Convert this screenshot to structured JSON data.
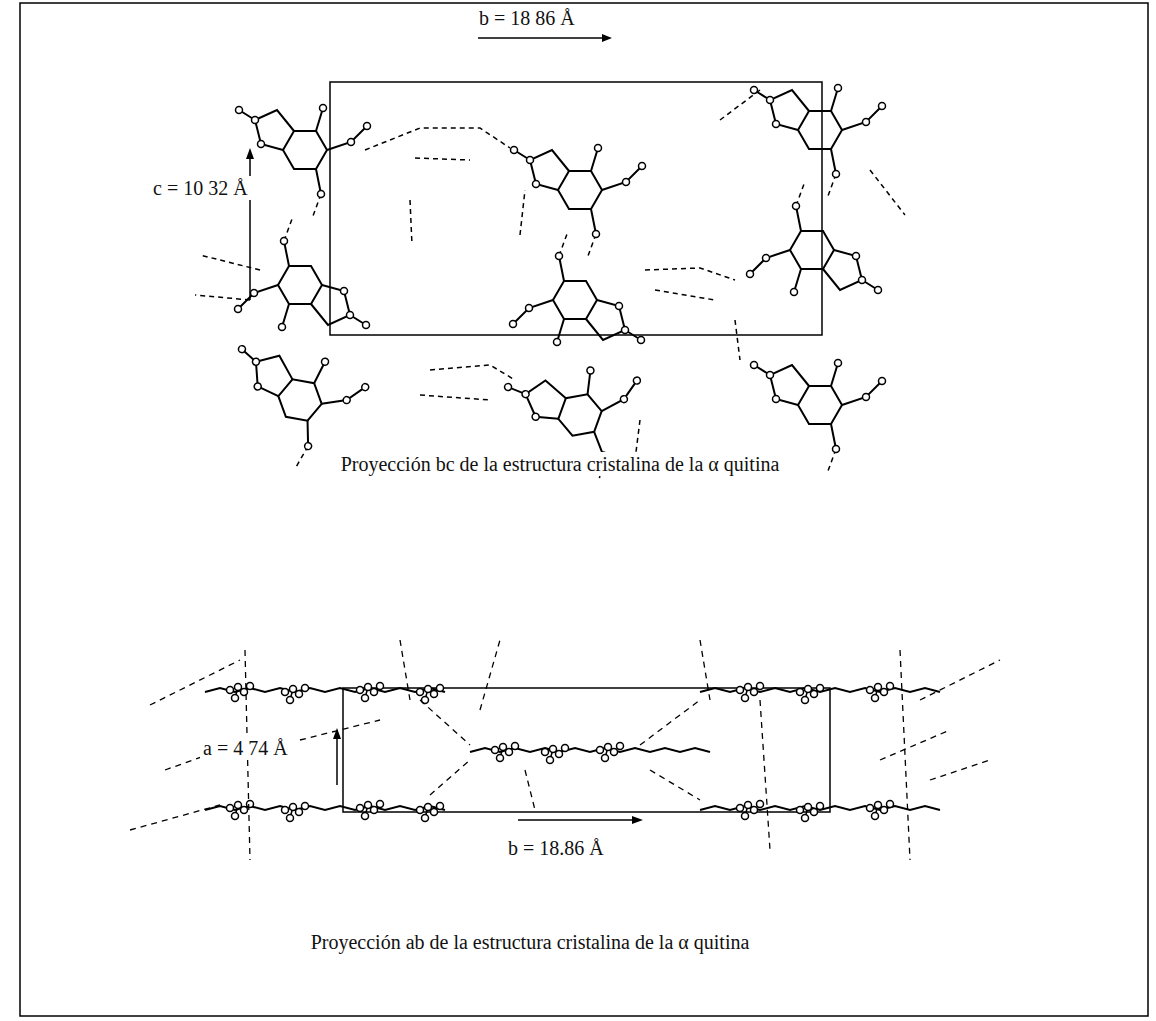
{
  "diagram": {
    "labels": [
      "b = 18 86 Å",
      "c = 10 32 Å",
      "Proyección bc de la estructura cristalina de la α quitina",
      "a = 4 74 Å",
      "b = 18.86 Å",
      "Proyección ab de la estructura cristalina de la α quitina"
    ]
  }
}
